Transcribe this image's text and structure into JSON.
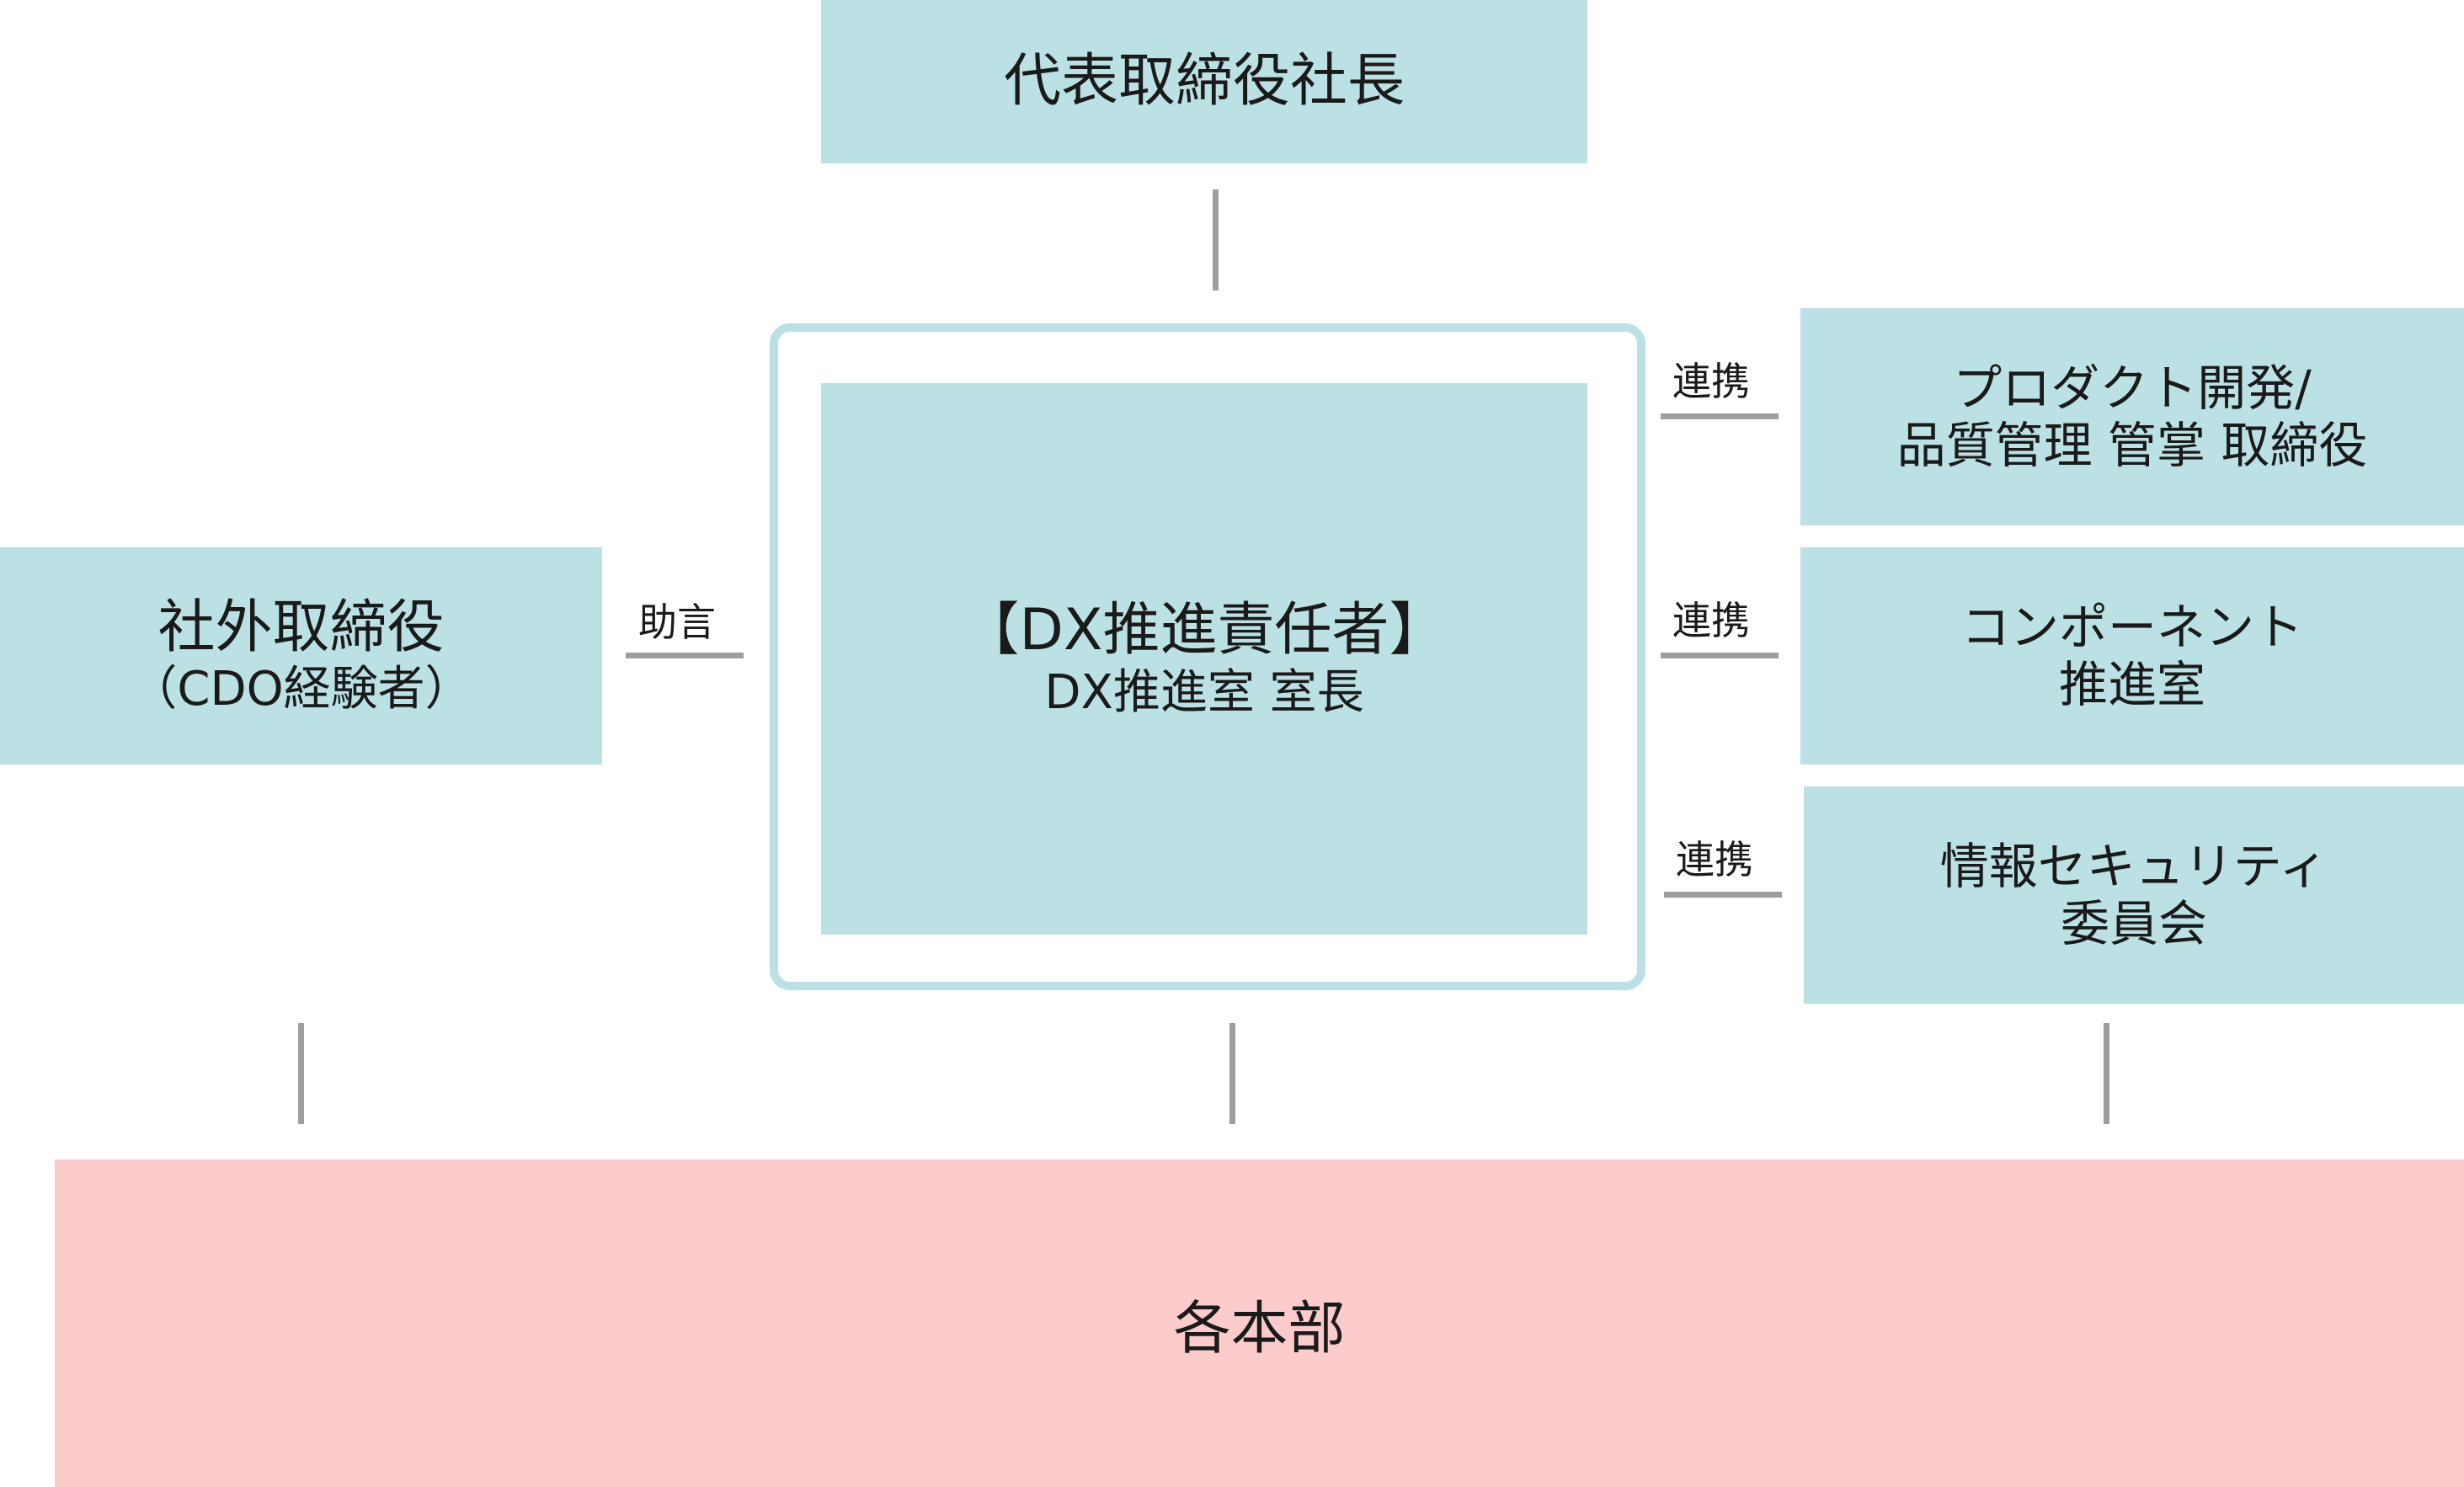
{
  "nodes": {
    "ceo": {
      "label": "代表取締役社長"
    },
    "external_director": {
      "line1": "社外取締役",
      "line2": "（CDO経験者）"
    },
    "dx_lead": {
      "line1": "【DX推進責任者】",
      "line2": "DX推進室 室長"
    },
    "product_director": {
      "line1": "プロダクト開発/",
      "line2": "品質管理 管掌 取締役"
    },
    "component_office": {
      "line1": "コンポーネント",
      "line2": "推進室"
    },
    "security_committee": {
      "line1": "情報セキュリティ",
      "line2": "委員会"
    },
    "divisions": {
      "label": "各本部"
    }
  },
  "edges": {
    "advice_label": "助言",
    "cooperation_label": "連携"
  },
  "colors": {
    "node_fill": "#bbe1e4",
    "divisions_fill": "#fccbcc",
    "connector": "#9e9e9e"
  }
}
